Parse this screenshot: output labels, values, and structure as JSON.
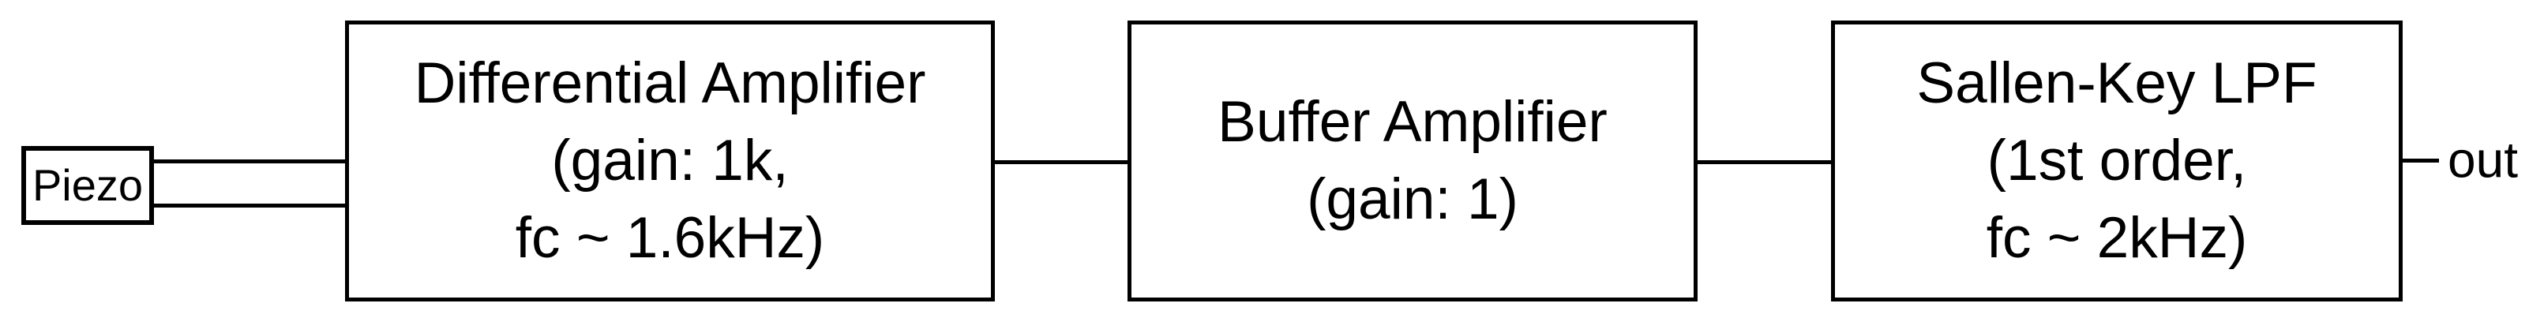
{
  "diagram": {
    "source": {
      "label": "Piezo"
    },
    "blocks": [
      {
        "lines": [
          "Differential Amplifier",
          "(gain: 1k,",
          "fc ~ 1.6kHz)"
        ]
      },
      {
        "lines": [
          "Buffer Amplifier",
          "(gain: 1)"
        ]
      },
      {
        "lines": [
          "Sallen-Key LPF",
          "(1st order,",
          "fc ~ 2kHz)"
        ]
      }
    ],
    "output": {
      "label": "out"
    },
    "colors": {
      "stroke": "#000000",
      "background": "#ffffff"
    }
  }
}
